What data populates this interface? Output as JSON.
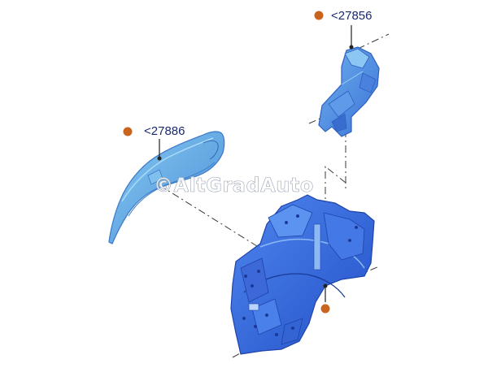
{
  "diagram": {
    "callouts": [
      {
        "id": "upper-bracket",
        "label": "<27856"
      },
      {
        "id": "wheelhouse-liner",
        "label": "<27886"
      },
      {
        "id": "inner-wheelhouse",
        "label": ""
      }
    ],
    "watermark": "©AltGradAuto",
    "colors": {
      "part_primary": "#3c6ee6",
      "part_secondary": "#5aa9e6",
      "part_edge": "#2144a8",
      "marker": "#c8641e",
      "leader": "#222222",
      "label_text": "#1a2a6c"
    }
  }
}
